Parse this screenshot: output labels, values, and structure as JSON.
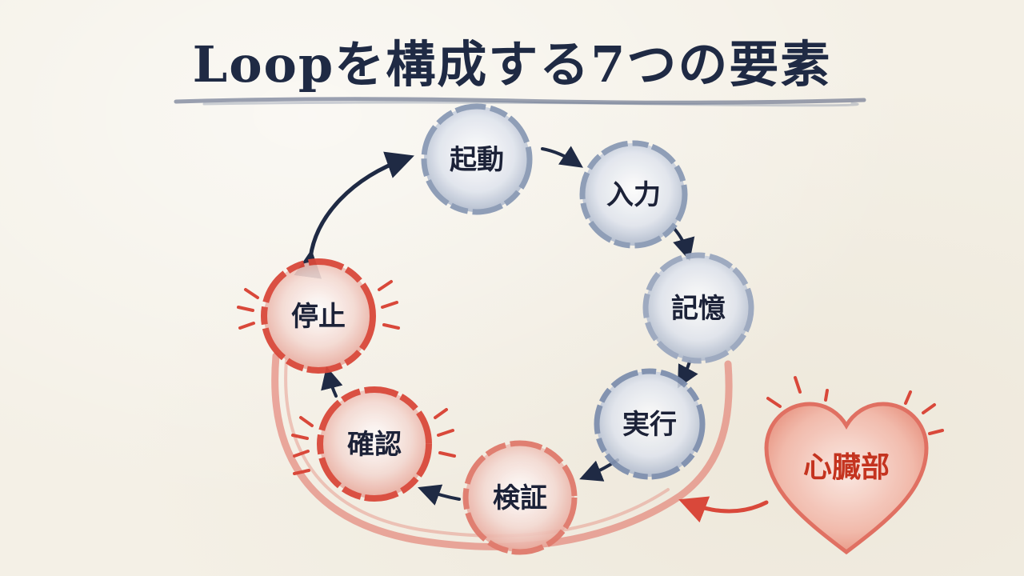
{
  "title": "Loopを構成する7つの要素",
  "colors": {
    "ink": "#1f2a44",
    "blue_wash": "#8a9ab5",
    "red_wash": "#d9483a",
    "paper": "#f4f0e6"
  },
  "nodes": [
    {
      "id": "start",
      "label": "起動",
      "tone": "blue"
    },
    {
      "id": "input",
      "label": "入力",
      "tone": "blue"
    },
    {
      "id": "memory",
      "label": "記憶",
      "tone": "blue"
    },
    {
      "id": "execute",
      "label": "実行",
      "tone": "blue"
    },
    {
      "id": "verify",
      "label": "検証",
      "tone": "red"
    },
    {
      "id": "confirm",
      "label": "確認",
      "tone": "red"
    },
    {
      "id": "stop",
      "label": "停止",
      "tone": "red"
    }
  ],
  "heart": {
    "label": "心臓部",
    "icon": "heart-icon"
  }
}
